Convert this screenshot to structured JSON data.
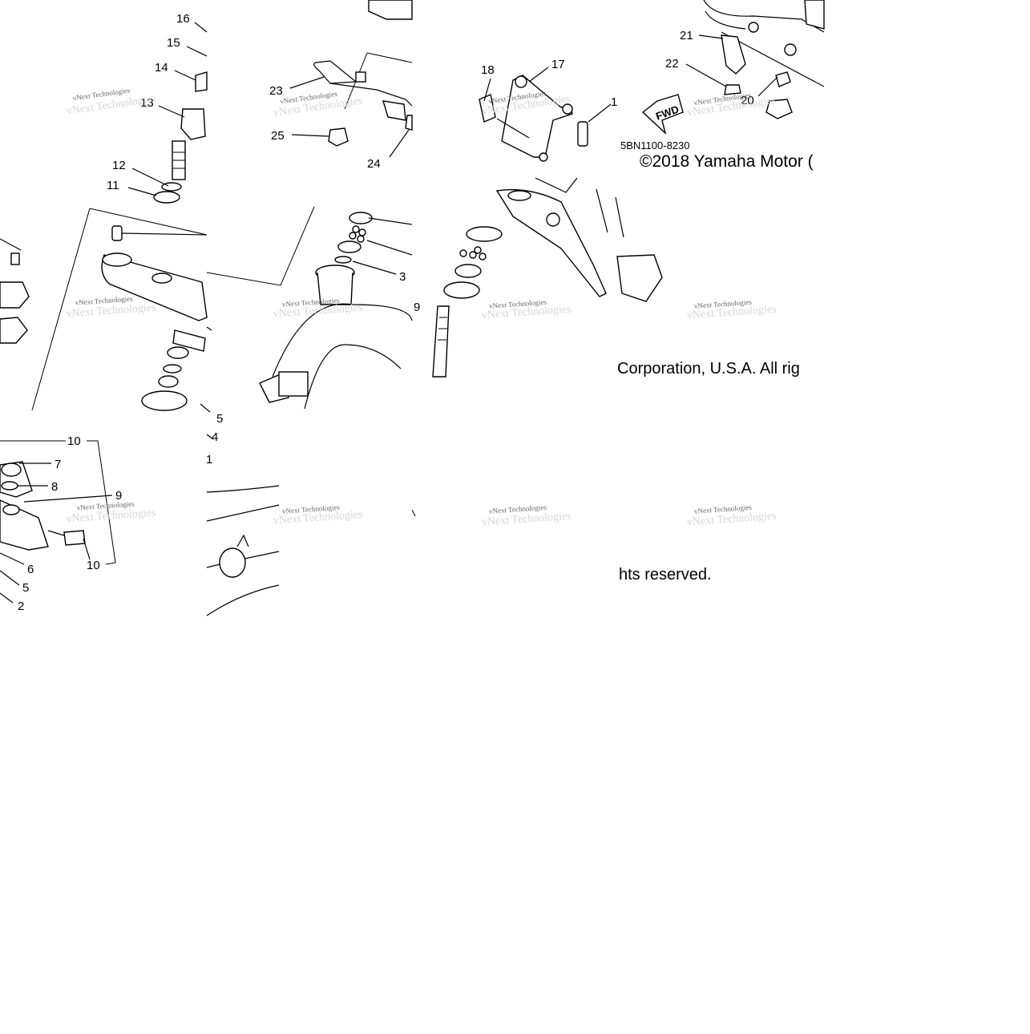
{
  "callouts": {
    "n1": "1",
    "n2": "2",
    "n3": "3",
    "n4": "4",
    "n5": "5",
    "n6": "6",
    "n7": "7",
    "n8": "8",
    "n9": "9",
    "n10": "10",
    "n11": "11",
    "n12": "12",
    "n13": "13",
    "n14": "14",
    "n15": "15",
    "n16": "16",
    "n17": "17",
    "n18": "18",
    "n20": "20",
    "n21": "21",
    "n22": "22",
    "n23": "23",
    "n24": "24",
    "n25": "25"
  },
  "watermark": "vNext Technologies",
  "fwd_label": "FWD",
  "diagram_code": "5BN1100-8230",
  "copyright": {
    "line1": "©2018 Yamaha Motor (",
    "line2": "Corporation, U.S.A. All rig",
    "line3": "hts reserved."
  }
}
